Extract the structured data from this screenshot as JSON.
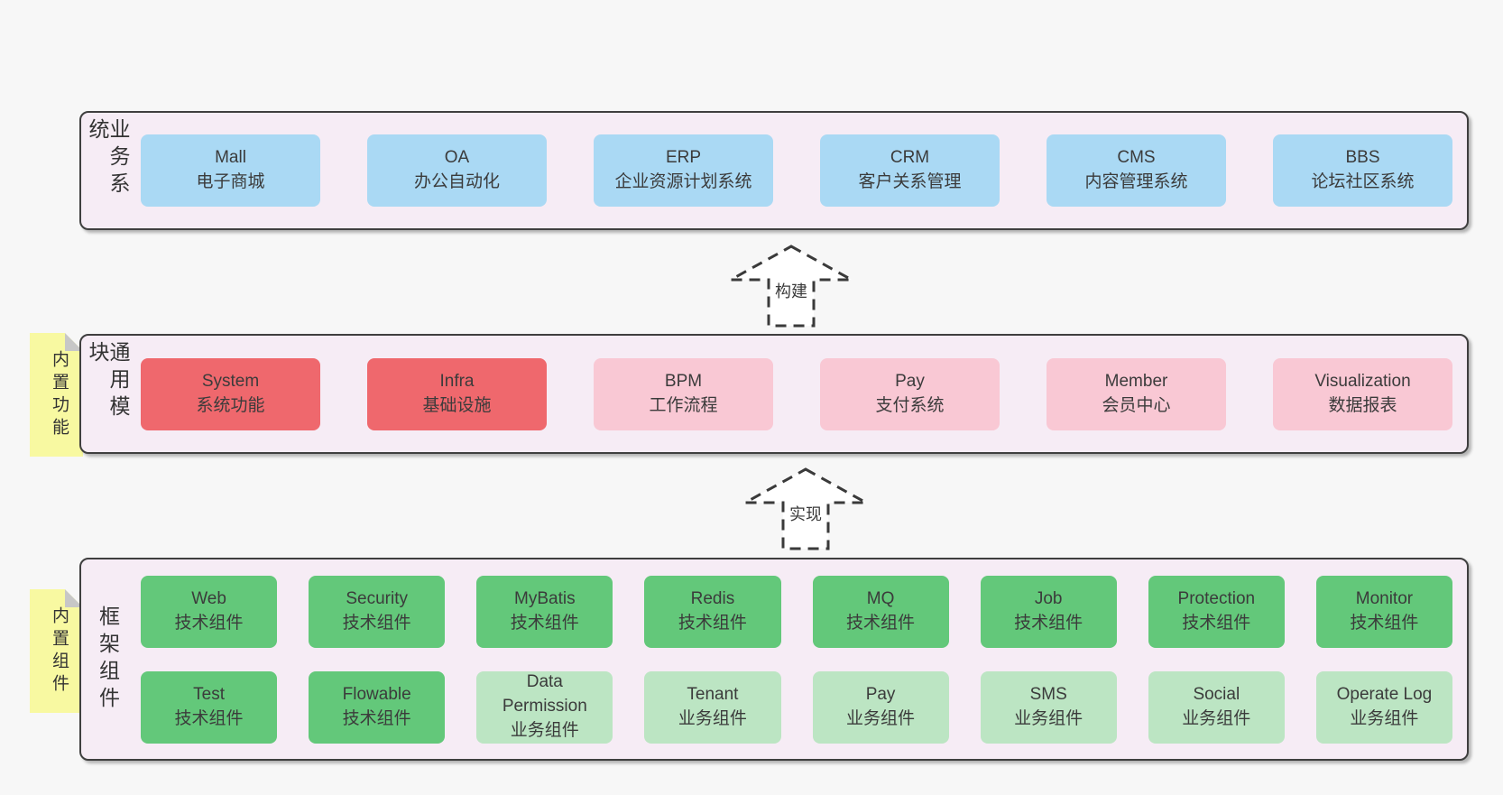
{
  "colors": {
    "page_bg": "#f7f7f7",
    "band_bg": "#f6ecf5",
    "band_border": "#3f3f3f",
    "business_box_blue": "#aad9f4",
    "module_box_red": "#ef686d",
    "module_box_pink": "#f9c8d4",
    "component_box_green": "#63c87a",
    "component_box_green_light": "#bce5c3",
    "sticky_yellow": "#f8f9a1",
    "sticky_fold_gray": "#c7c7c7",
    "text": "#3a3a3a"
  },
  "bands": {
    "business": {
      "label": "业务系统",
      "boxes": [
        {
          "title": "Mall",
          "subtitle": "电子商城"
        },
        {
          "title": "OA",
          "subtitle": "办公自动化"
        },
        {
          "title": "ERP",
          "subtitle": "企业资源计划系统"
        },
        {
          "title": "CRM",
          "subtitle": "客户关系管理"
        },
        {
          "title": "CMS",
          "subtitle": "内容管理系统"
        },
        {
          "title": "BBS",
          "subtitle": "论坛社区系统"
        }
      ]
    },
    "modules": {
      "label": "通用模块",
      "note": "内置功能",
      "boxes": [
        {
          "title": "System",
          "subtitle": "系统功能"
        },
        {
          "title": "Infra",
          "subtitle": "基础设施"
        },
        {
          "title": "BPM",
          "subtitle": "工作流程"
        },
        {
          "title": "Pay",
          "subtitle": "支付系统"
        },
        {
          "title": "Member",
          "subtitle": "会员中心"
        },
        {
          "title": "Visualization",
          "subtitle": "数据报表"
        }
      ]
    },
    "components": {
      "label": "框架组件",
      "note": "内置组件",
      "row1": [
        {
          "title": "Web",
          "subtitle": "技术组件"
        },
        {
          "title": "Security",
          "subtitle": "技术组件"
        },
        {
          "title": "MyBatis",
          "subtitle": "技术组件"
        },
        {
          "title": "Redis",
          "subtitle": "技术组件"
        },
        {
          "title": "MQ",
          "subtitle": "技术组件"
        },
        {
          "title": "Job",
          "subtitle": "技术组件"
        },
        {
          "title": "Protection",
          "subtitle": "技术组件"
        },
        {
          "title": "Monitor",
          "subtitle": "技术组件"
        }
      ],
      "row2": [
        {
          "title": "Test",
          "subtitle": "技术组件"
        },
        {
          "title": "Flowable",
          "subtitle": "技术组件"
        },
        {
          "title": "Data Permission",
          "subtitle": "业务组件"
        },
        {
          "title": "Tenant",
          "subtitle": "业务组件"
        },
        {
          "title": "Pay",
          "subtitle": "业务组件"
        },
        {
          "title": "SMS",
          "subtitle": "业务组件"
        },
        {
          "title": "Social",
          "subtitle": "业务组件"
        },
        {
          "title": "Operate Log",
          "subtitle": "业务组件"
        }
      ]
    }
  },
  "arrows": {
    "build": "构建",
    "implement": "实现"
  }
}
